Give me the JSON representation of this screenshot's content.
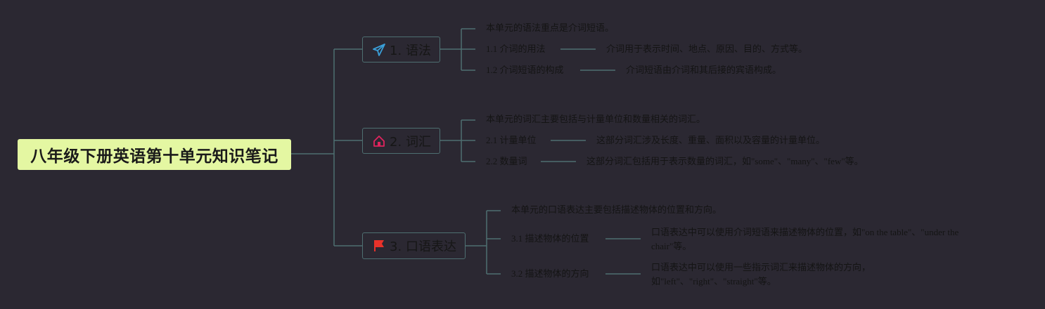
{
  "root": {
    "title": "八年级下册英语第十单元知识笔记"
  },
  "branches": [
    {
      "label": "1. 语法",
      "icon": "paper-plane-icon",
      "summary": "本单元的语法重点是介词短语。",
      "items": [
        {
          "label": "1.1 介词的用法",
          "detail": "介词用于表示时间、地点、原因、目的、方式等。"
        },
        {
          "label": "1.2 介词短语的构成",
          "detail": "介词短语由介词和其后接的宾语构成。"
        }
      ]
    },
    {
      "label": "2. 词汇",
      "icon": "house-icon",
      "summary": "本单元的词汇主要包括与计量单位和数量相关的词汇。",
      "items": [
        {
          "label": "2.1 计量单位",
          "detail": "这部分词汇涉及长度、重量、面积以及容量的计量单位。"
        },
        {
          "label": "2.2 数量词",
          "detail": "这部分词汇包括用于表示数量的词汇，如\"some\"、\"many\"、\"few\"等。"
        }
      ]
    },
    {
      "label": "3. 口语表达",
      "icon": "flag-icon",
      "summary": "本单元的口语表达主要包括描述物体的位置和方向。",
      "items": [
        {
          "label": "3.1 描述物体的位置",
          "detail": "口语表达中可以使用介词短语来描述物体的位置，如\"on the table\"、\"under the chair\"等。"
        },
        {
          "label": "3.2 描述物体的方向",
          "detail": "口语表达中可以使用一些指示词汇来描述物体的方向，如\"left\"、\"right\"、\"straight\"等。"
        }
      ]
    }
  ],
  "colors": {
    "background": "#2b2832",
    "root_fill": "#e4f7a2",
    "connector": "#4e6f71",
    "plane_icon": "#3a9fd8",
    "house_icon": "#e0245e",
    "flag_icon": "#e8322a"
  }
}
